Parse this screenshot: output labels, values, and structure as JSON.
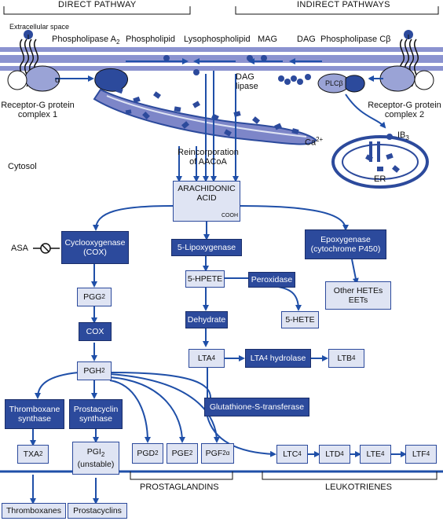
{
  "headers": {
    "direct": "DIRECT PATHWAY",
    "indirect": "INDIRECT PATHWAYS"
  },
  "labels": {
    "extracellular": "Extracellular space",
    "cytosol": "Cytosol",
    "phospholipase_a2": "Phospholipase A",
    "phospholipase_a2_sub": "2",
    "phospholipid": "Phospholipid",
    "lysophospholipid": "Lysophospholipid",
    "mag": "MAG",
    "dag": "DAG",
    "phospholipase_cb": "Phospholipase Cβ",
    "receptor1_line1": "Receptor-G protein",
    "receptor1_line2": "complex 1",
    "receptor2_line1": "Receptor-G protein",
    "receptor2_line2": "complex 2",
    "dag_lipase_line1": "DAG",
    "dag_lipase_line2": "lipase",
    "plcb": "PLCβ",
    "alpha": "α",
    "ca": "Ca",
    "ca_sup": "2+",
    "ib": "IB",
    "ib_sub": "3",
    "er": "ER",
    "reinc_line1": "Reincorporation",
    "reinc_line2": "of AACoA",
    "asa": "ASA",
    "prostaglandins": "PROSTAGLANDINS",
    "leukotrienes": "LEUKOTRIENES"
  },
  "nodes": {
    "arachidonic_line1": "ARACHIDONIC",
    "arachidonic_line2": "ACID",
    "cooh": "COOH",
    "cox_line1": "Cyclooxygenase",
    "cox_line2": "(COX)",
    "lipox": "5-Lipoxygenase",
    "epox_line1": "Epoxygenase",
    "epox_line2": "(cytochrome P450)",
    "hpete": "5-HPETE",
    "peroxidase": "Peroxidase",
    "hete_other_line1": "Other HETEs",
    "hete_other_line2": "EETs",
    "pgg2": "PGG",
    "pgg2_sub": "2",
    "hete5": "5-HETE",
    "dehydrate": "Dehydrate",
    "cox": "COX",
    "lta4": "LTA",
    "lta4_sub": "4",
    "lta4_hydrolase": "LTA",
    "lta4_hydrolase_sub": "4",
    "lta4_hydrolase_rest": " hydrolase",
    "ltb4": "LTB",
    "ltb4_sub": "4",
    "pgh2": "PGH",
    "pgh2_sub": "2",
    "thromboxane_line1": "Thromboxane",
    "thromboxane_line2": "synthase",
    "prostacyclin_line1": "Prostacyclin",
    "prostacyclin_line2": "synthase",
    "glutathione": "Glutathione-S-transferase",
    "txa2": "TXA",
    "txa2_sub": "2",
    "pgi2": "PGI",
    "pgi2_sub": "2",
    "pgi2_note": "(unstable)",
    "pgd2": "PGD",
    "pgd2_sub": "2",
    "pge2": "PGE",
    "pge2_sub": "2",
    "pgf2a": "PGF",
    "pgf2a_sub": "2α",
    "ltc4": "LTC",
    "ltc4_sub": "4",
    "ltd4": "LTD",
    "ltd4_sub": "4",
    "lte4": "LTE",
    "lte4_sub": "4",
    "ltf4": "LTF",
    "ltf4_sub": "4",
    "thromboxanes": "Thromboxanes",
    "prostacyclins": "Prostacyclins"
  },
  "colors": {
    "dark_box": "#2c4a9c",
    "light_box": "#dfe4f3",
    "membrane": "#7d86c8",
    "arrow": "#1f4fa8"
  }
}
